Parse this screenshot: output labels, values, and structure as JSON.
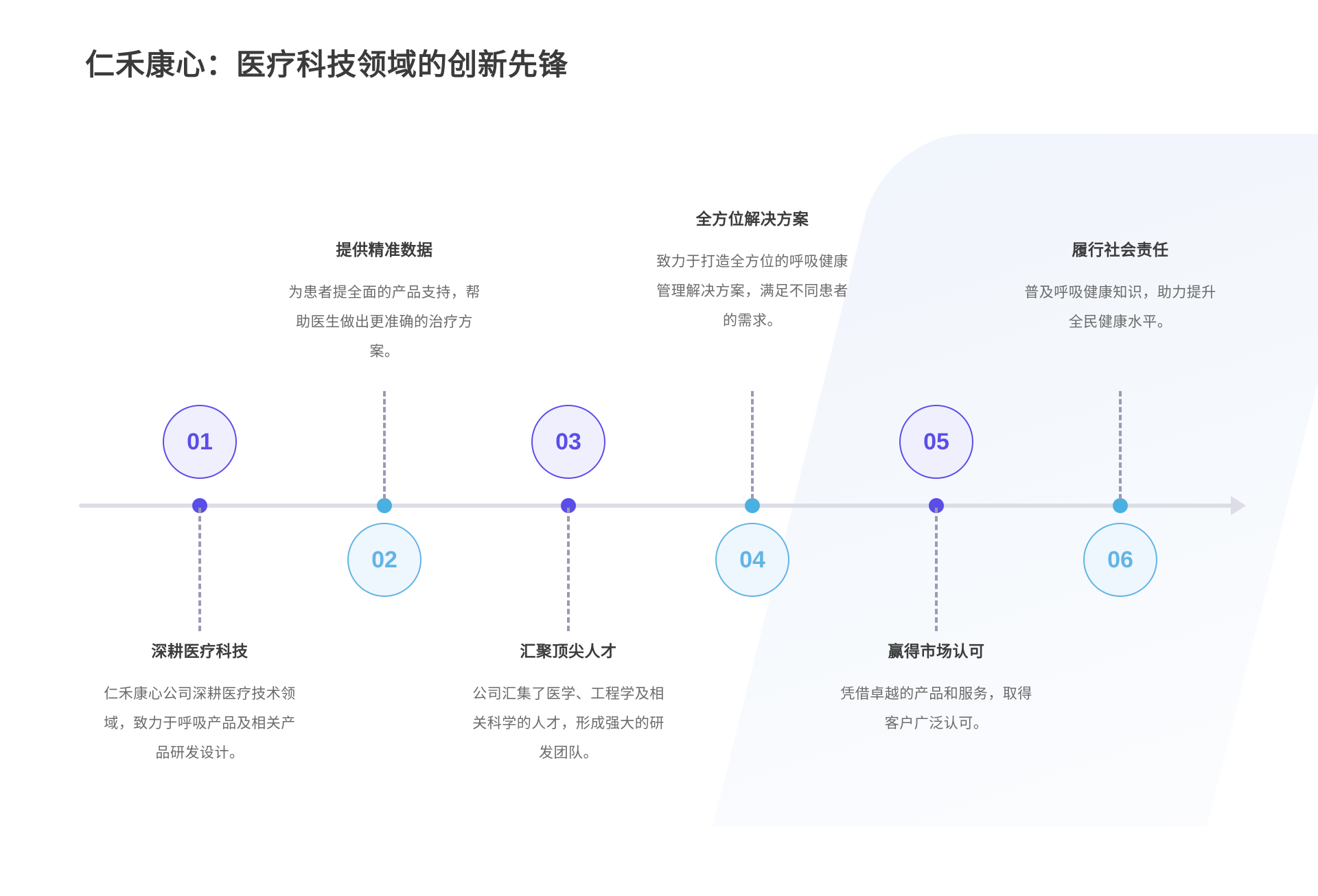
{
  "page": {
    "title": "仁禾康心：医疗科技领域的创新先锋"
  },
  "timeline": {
    "orientation": "horizontal",
    "arrow_direction": "right",
    "accent_colors": {
      "odd_nodes": "#5b4de8",
      "even_nodes": "#63b4e4",
      "axis": "#dcdde6",
      "connector": "#9a9ab4",
      "heading_text": "#3b3b3b",
      "body_text": "#6b6b6b"
    },
    "steps": [
      {
        "number": "01",
        "position": "below",
        "heading": "深耕医疗科技",
        "description": "仁禾康心公司深耕医疗技术领域，致力于呼吸产品及相关产品研发设计。"
      },
      {
        "number": "02",
        "position": "above",
        "heading": "提供精准数据",
        "description": "为患者提全面的产品支持，帮助医生做出更准确的治疗方案。"
      },
      {
        "number": "03",
        "position": "below",
        "heading": "汇聚顶尖人才",
        "description": "公司汇集了医学、工程学及相关科学的人才，形成强大的研发团队。"
      },
      {
        "number": "04",
        "position": "above",
        "heading": "全方位解决方案",
        "description": "致力于打造全方位的呼吸健康管理解决方案，满足不同患者的需求。"
      },
      {
        "number": "05",
        "position": "below",
        "heading": "赢得市场认可",
        "description": "凭借卓越的产品和服务，取得客户广泛认可。"
      },
      {
        "number": "06",
        "position": "above",
        "heading": "履行社会责任",
        "description": "普及呼吸健康知识，助力提升全民健康水平。"
      }
    ]
  }
}
